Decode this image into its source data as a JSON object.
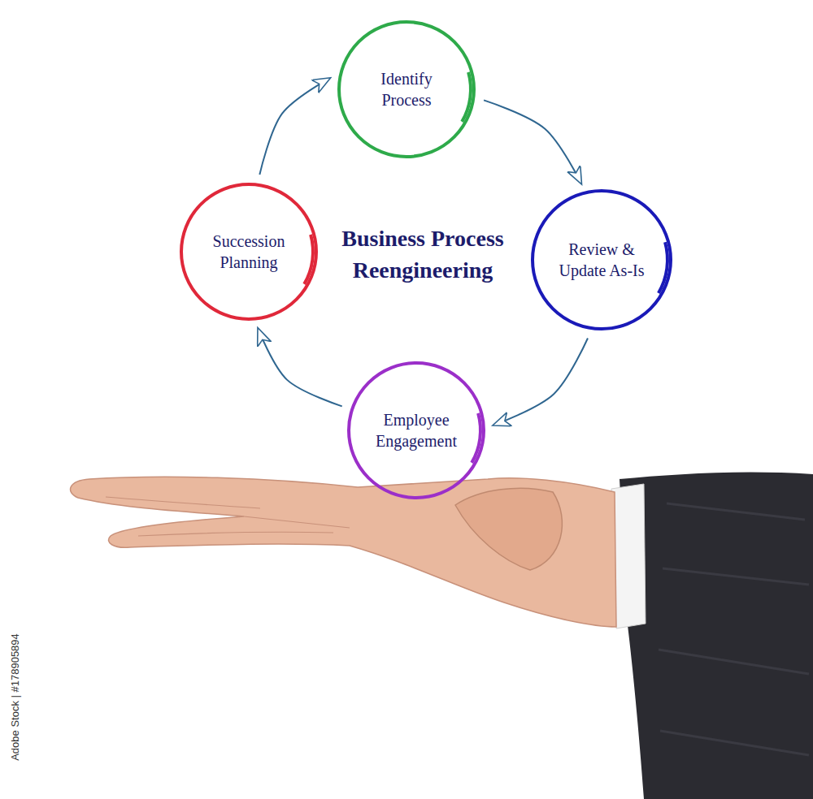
{
  "diagram": {
    "title": "Business Process Reengineering",
    "nodes": [
      {
        "text": [
          "Identify Process"
        ]
      },
      {
        "text": [
          "Review & Update As-Is"
        ]
      },
      {
        "text": [
          "Employee Engagement"
        ]
      },
      {
        "text": [
          "Succession Planning"
        ]
      }
    ],
    "edges": [
      {
        "from": 0,
        "to": 1,
        "arrow": "to"
      },
      {
        "from": 1,
        "to": 2,
        "arrow": "to"
      },
      {
        "from": 2,
        "to": 3,
        "arrow": "to"
      },
      {
        "from": 3,
        "to": 0,
        "arrow": "to"
      }
    ],
    "labels": [
      "Adobe Stock | #178905894"
    ]
  }
}
